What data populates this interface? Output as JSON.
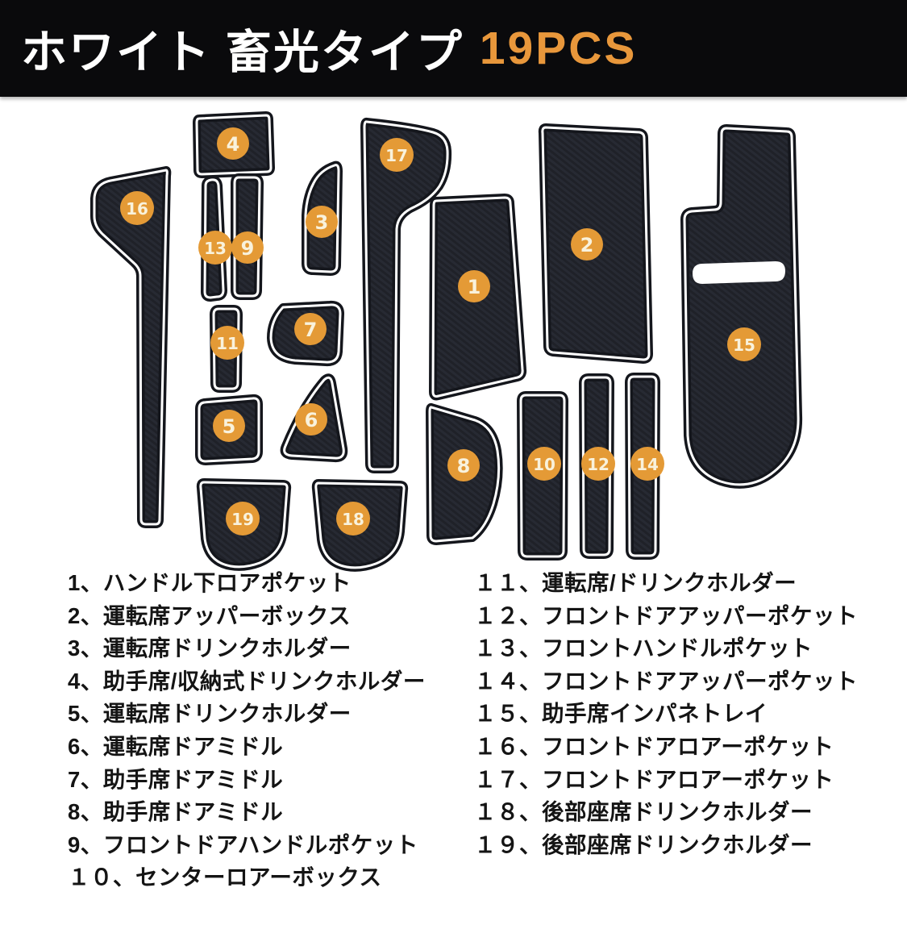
{
  "header": {
    "title": "ホワイト 畜光タイプ",
    "count": "19PCS"
  },
  "colors": {
    "banner_background": "#0a0a0c",
    "accent_orange": "#e8973b",
    "badge_orange": "#e49a36",
    "badge_text": "#f9f2dc",
    "mat_dark": "#1f2128",
    "mat_inner_line": "#ffffff",
    "page_background": "#ffffff",
    "legend_text": "#141414"
  },
  "diagram": {
    "badges": [
      "1",
      "2",
      "3",
      "4",
      "5",
      "6",
      "7",
      "8",
      "9",
      "10",
      "11",
      "12",
      "13",
      "14",
      "15",
      "16",
      "17",
      "18",
      "19"
    ]
  },
  "legend": {
    "left": [
      "1、ハンドル下ロアポケット",
      "2、運転席アッパーボックス",
      "3、運転席ドリンクホルダー",
      "4、助手席/収納式ドリンクホルダー",
      "5、運転席ドリンクホルダー",
      "6、運転席ドアミドル",
      "7、助手席ドアミドル",
      "8、助手席ドアミドル",
      "9、フロントドアハンドルポケット",
      "１０、センターロアーボックス"
    ],
    "right": [
      "１１、運転席/ドリンクホルダー",
      "１２、フロントドアアッパーポケット",
      "１３、フロントハンドルポケット",
      "１４、フロントドアアッパーポケット",
      "１５、助手席インパネトレイ",
      "１６、フロントドアロアーポケット",
      "１７、フロントドアロアーポケット",
      "１８、後部座席ドリンクホルダー",
      "１９、後部座席ドリンクホルダー"
    ]
  }
}
